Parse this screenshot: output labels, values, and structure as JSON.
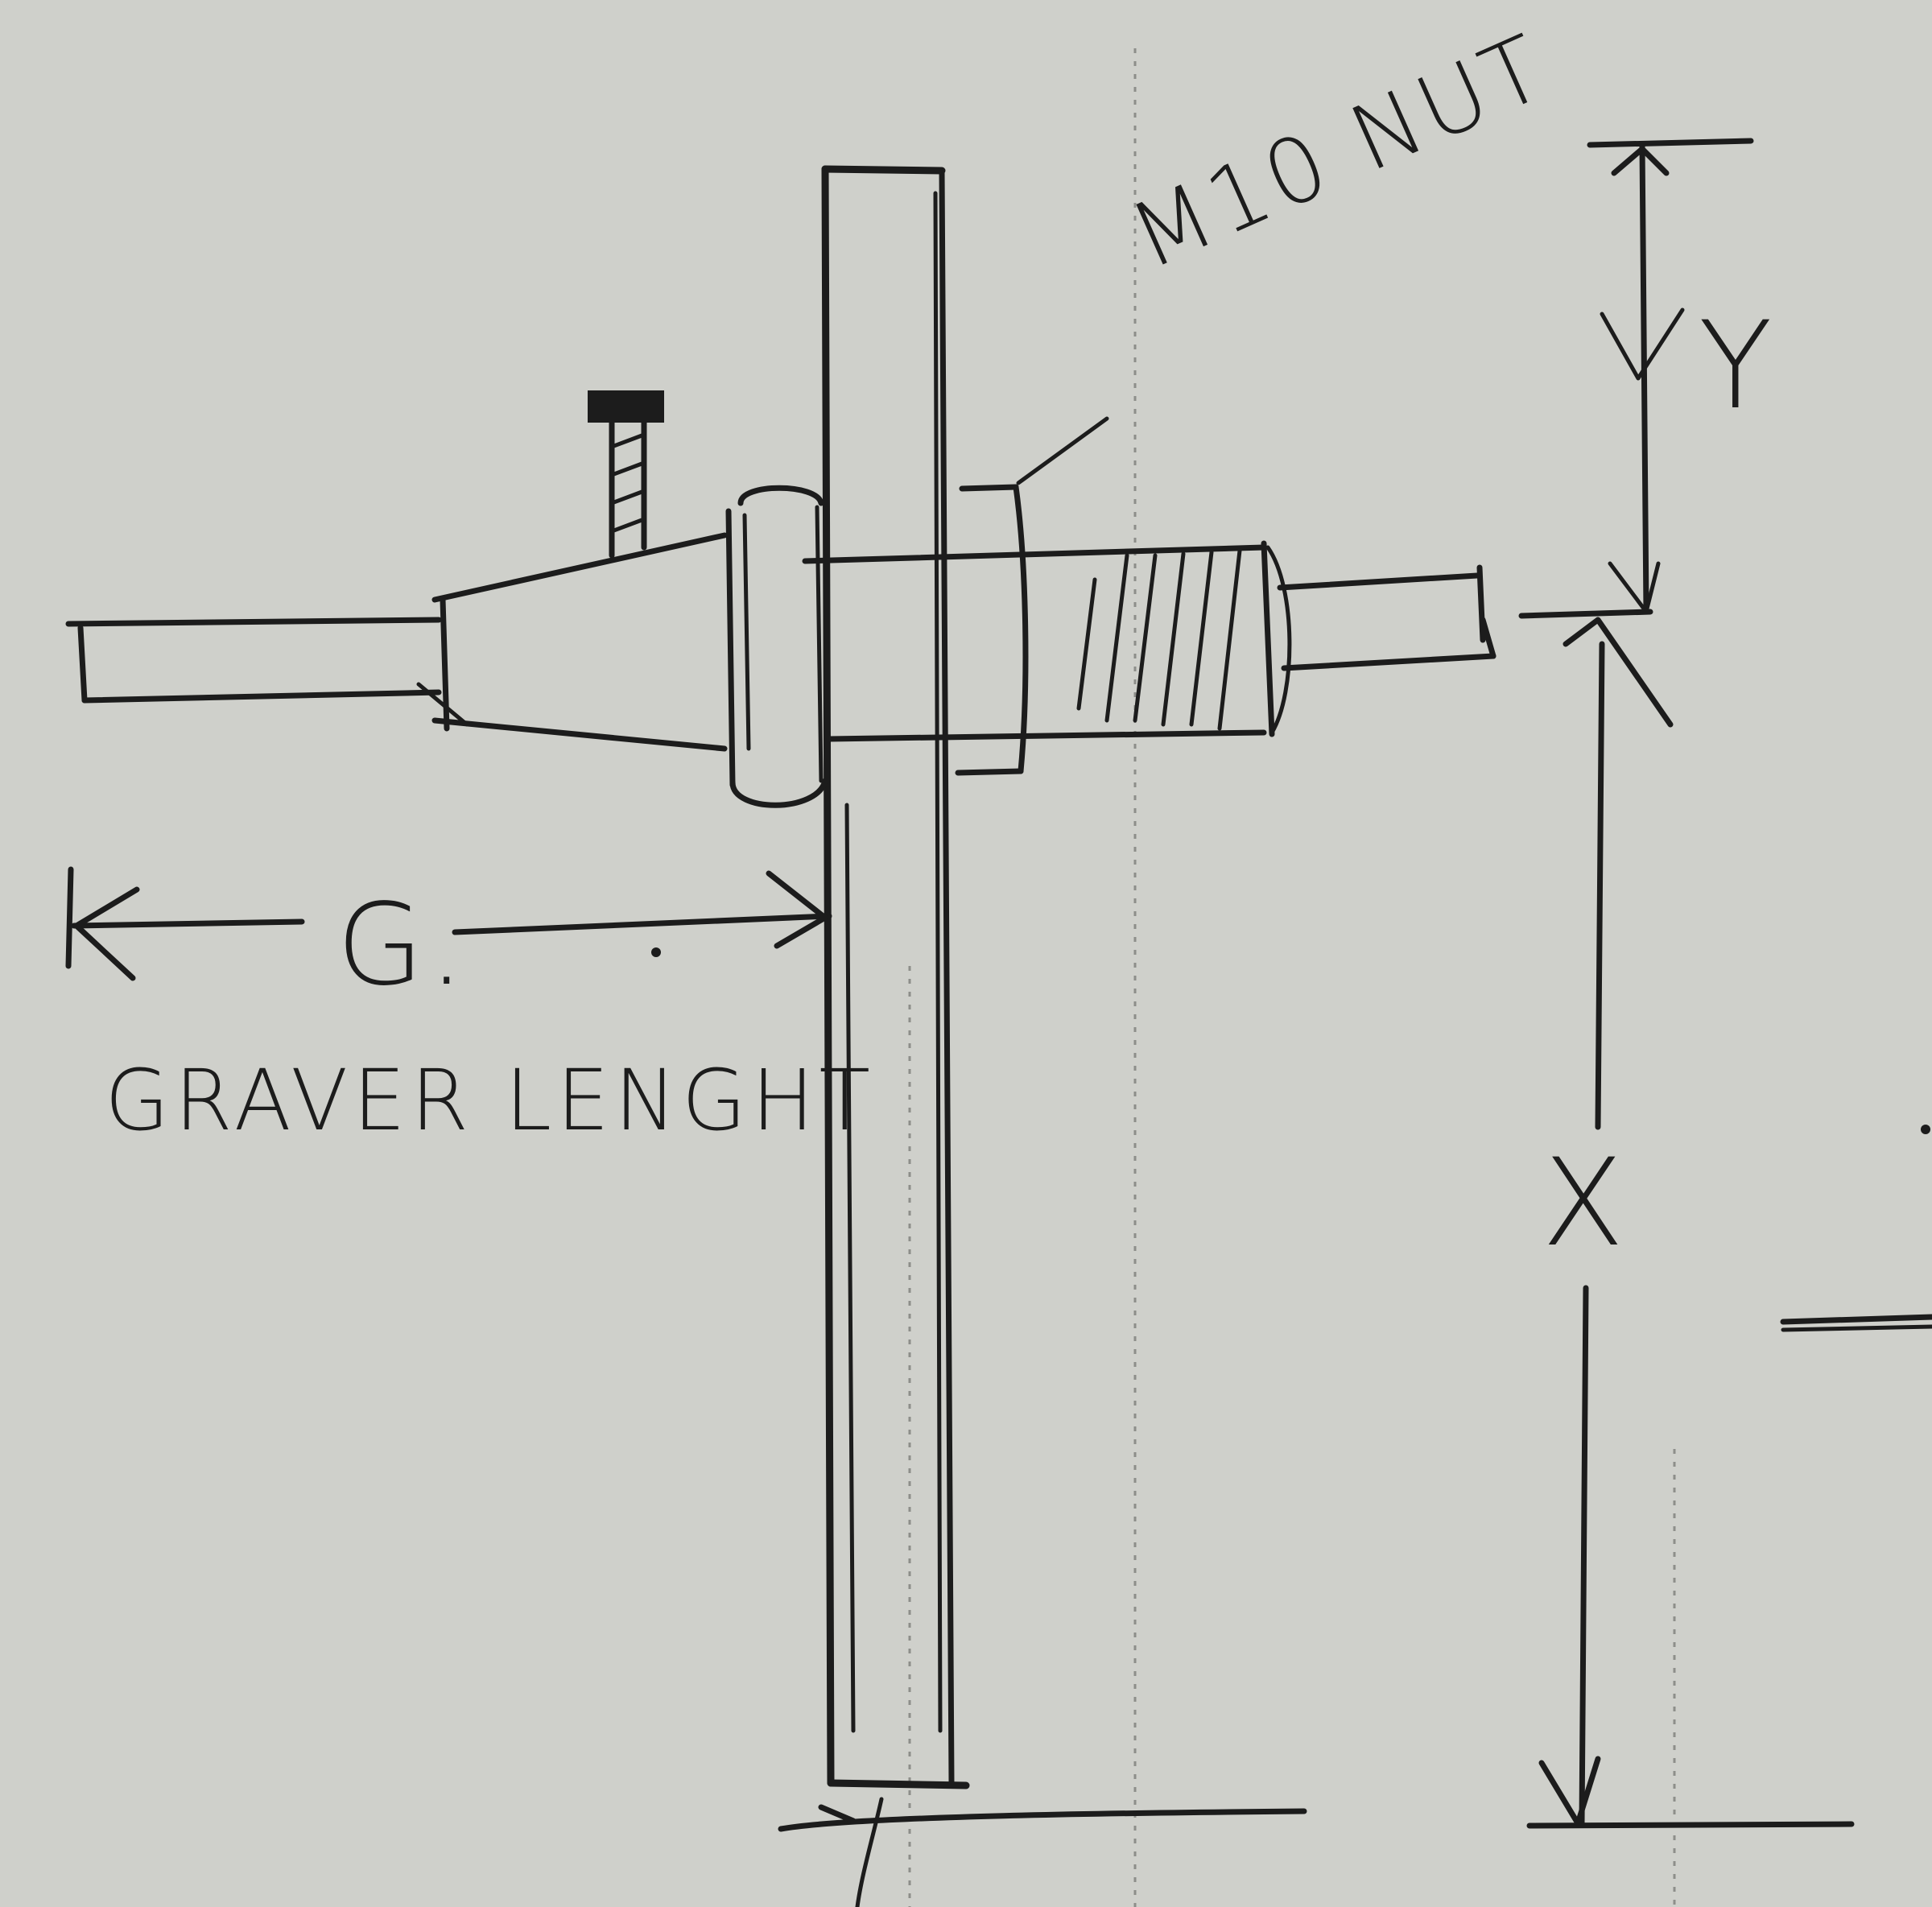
{
  "labels": {
    "nut": "M10 NUT",
    "y_dim": "Y",
    "g_dim": "G.",
    "graver": "GRAVER LENGHT",
    "x_dim": "X"
  },
  "colors": {
    "paper": "#cfd0cb",
    "ink": "#1c1c1c"
  }
}
